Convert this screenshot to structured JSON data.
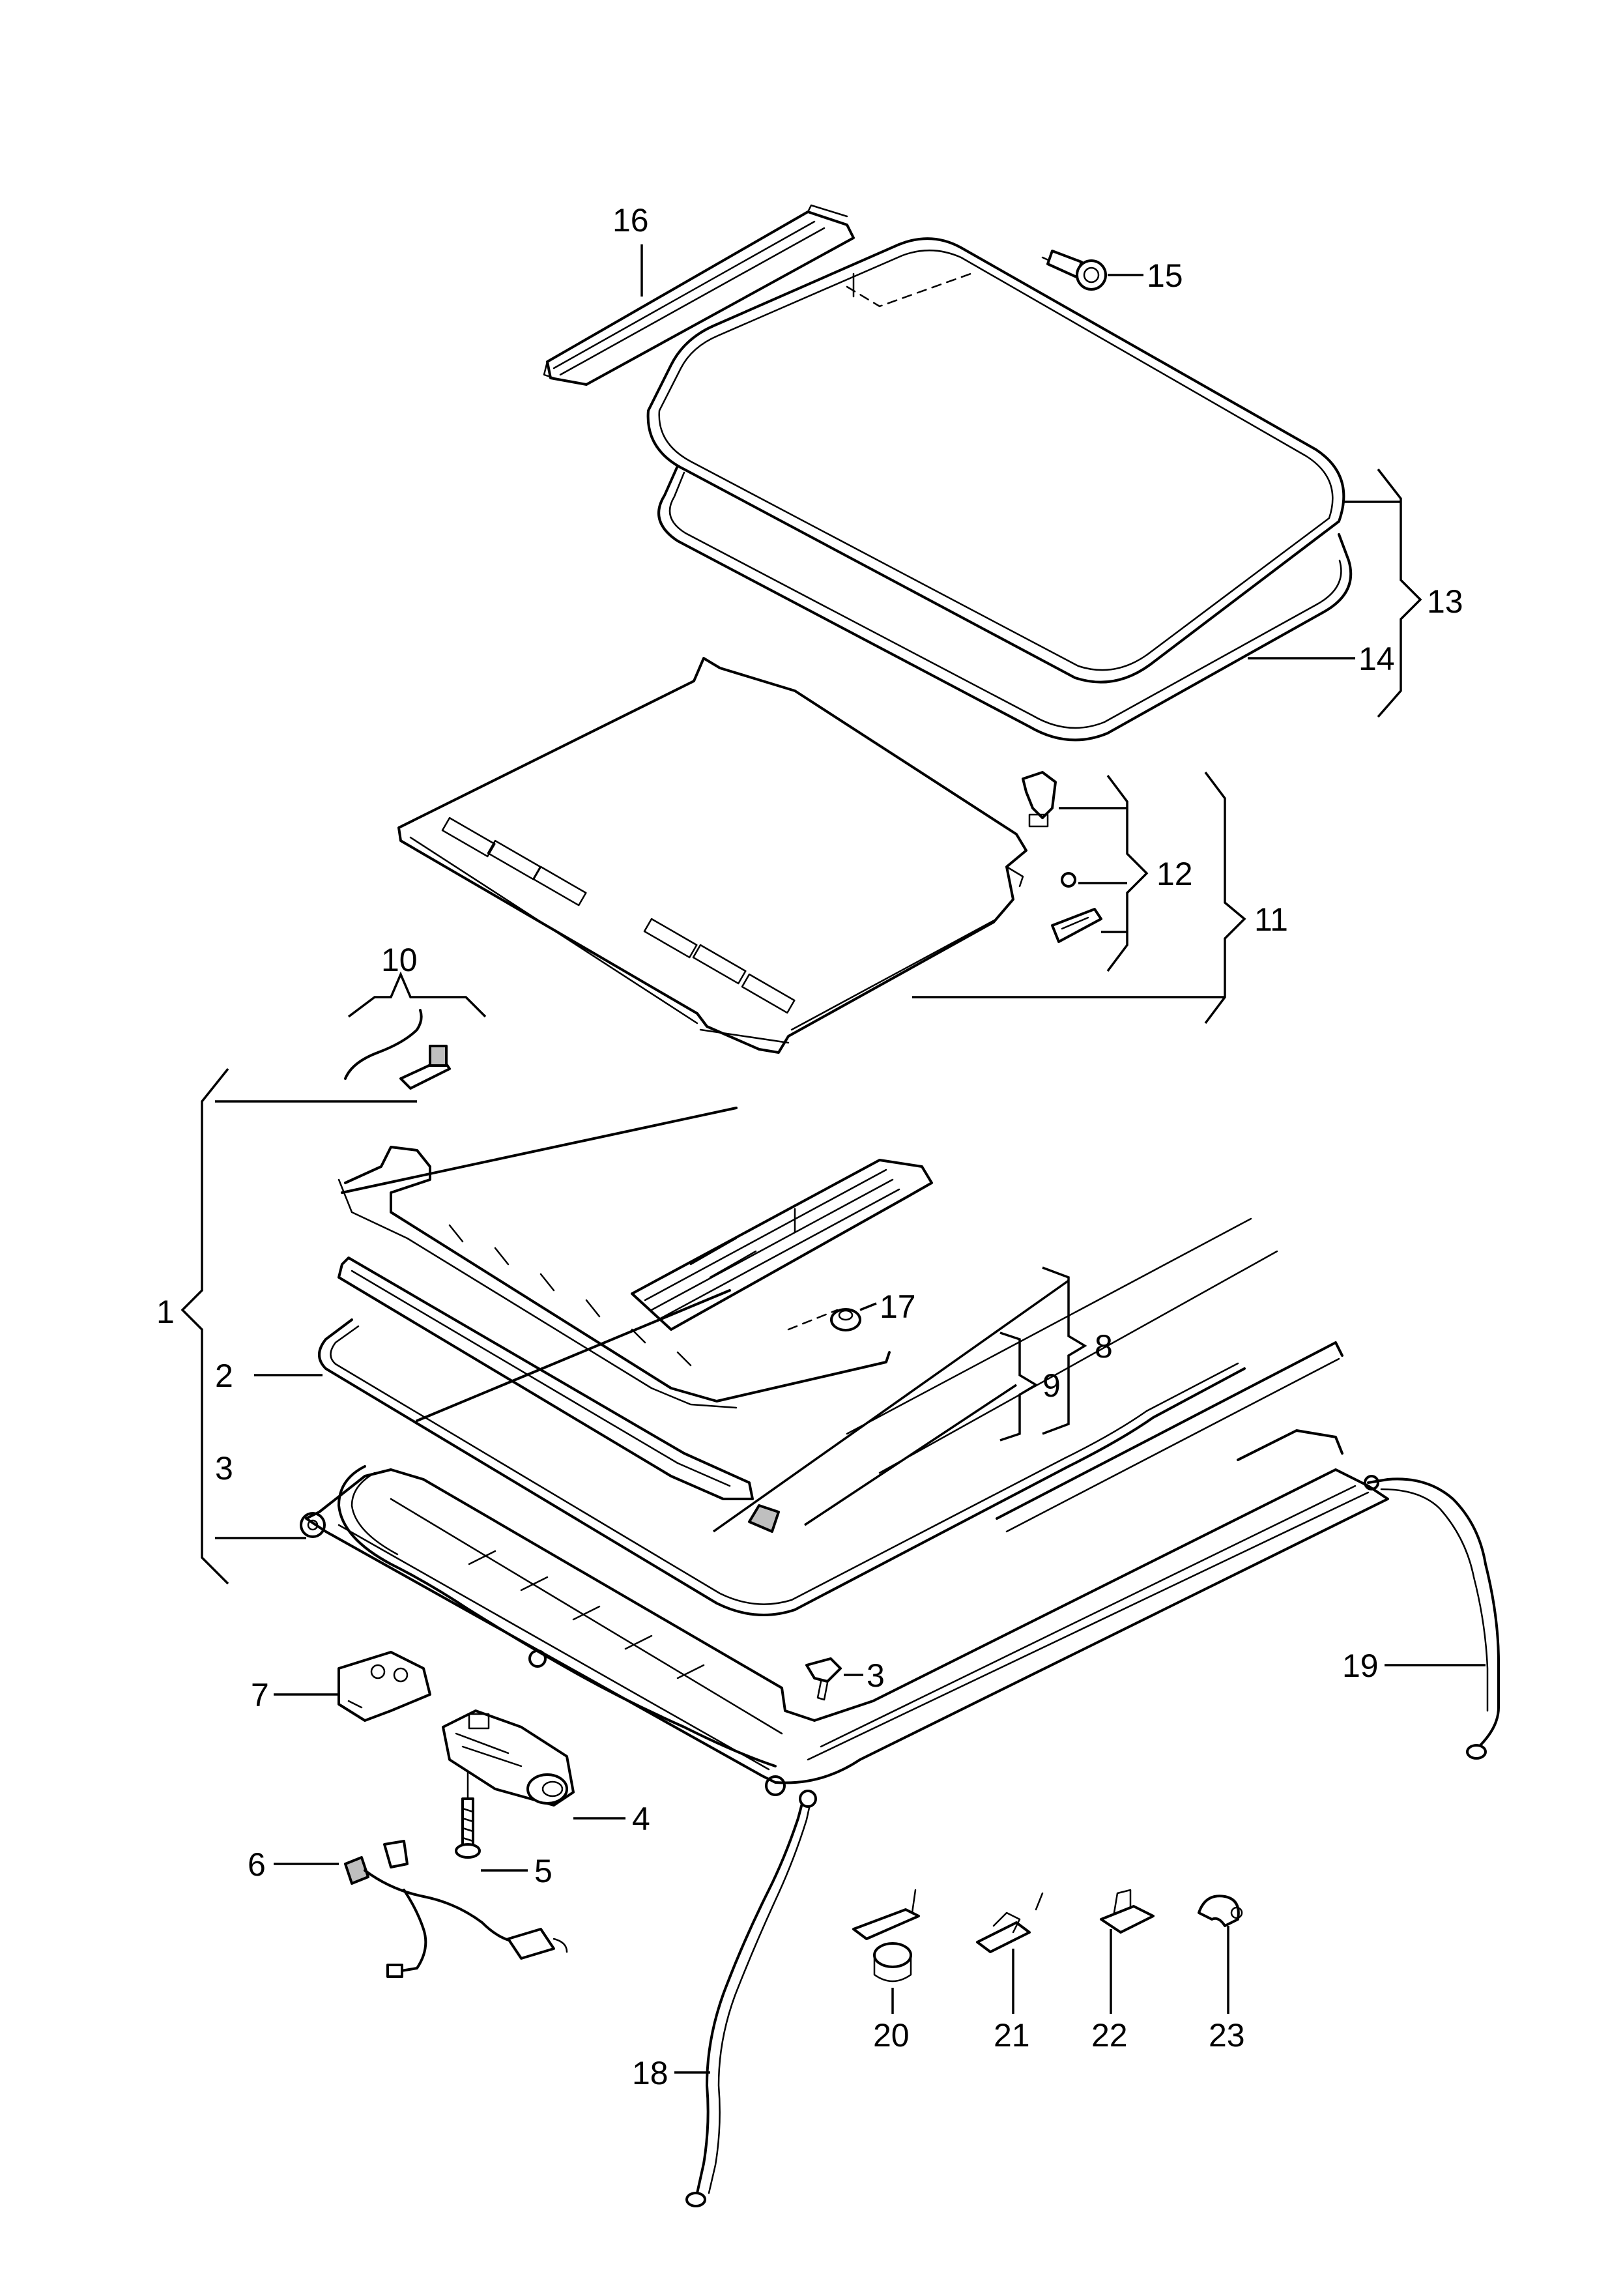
{
  "callouts": [
    {
      "id": "1",
      "text": "1"
    },
    {
      "id": "2",
      "text": "2"
    },
    {
      "id": "3a",
      "text": "3"
    },
    {
      "id": "3b",
      "text": "3"
    },
    {
      "id": "4",
      "text": "4"
    },
    {
      "id": "5",
      "text": "5"
    },
    {
      "id": "6",
      "text": "6"
    },
    {
      "id": "7",
      "text": "7"
    },
    {
      "id": "8",
      "text": "8"
    },
    {
      "id": "9",
      "text": "9"
    },
    {
      "id": "10",
      "text": "10"
    },
    {
      "id": "11",
      "text": "11"
    },
    {
      "id": "12",
      "text": "12"
    },
    {
      "id": "13",
      "text": "13"
    },
    {
      "id": "14",
      "text": "14"
    },
    {
      "id": "15",
      "text": "15"
    },
    {
      "id": "16",
      "text": "16"
    },
    {
      "id": "17",
      "text": "17"
    },
    {
      "id": "18",
      "text": "18"
    },
    {
      "id": "19",
      "text": "19"
    },
    {
      "id": "20",
      "text": "20"
    },
    {
      "id": "21",
      "text": "21"
    },
    {
      "id": "22",
      "text": "22"
    },
    {
      "id": "23",
      "text": "23"
    }
  ]
}
